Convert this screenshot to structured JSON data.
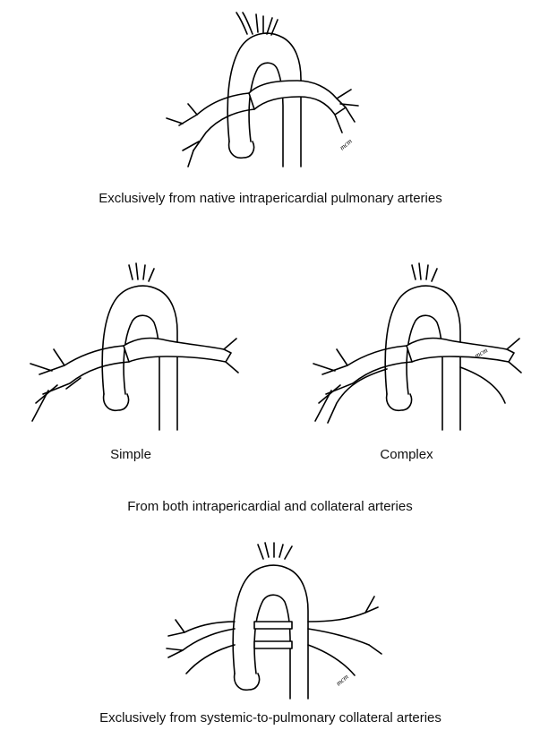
{
  "captions": {
    "native": "Exclusively from native intrapericardial pulmonary arteries",
    "simple": "Simple",
    "complex": "Complex",
    "both": "From both intrapericardial and collateral arteries",
    "collateral": "Exclusively from systemic-to-pulmonary collateral arteries"
  },
  "signature": "mcm"
}
